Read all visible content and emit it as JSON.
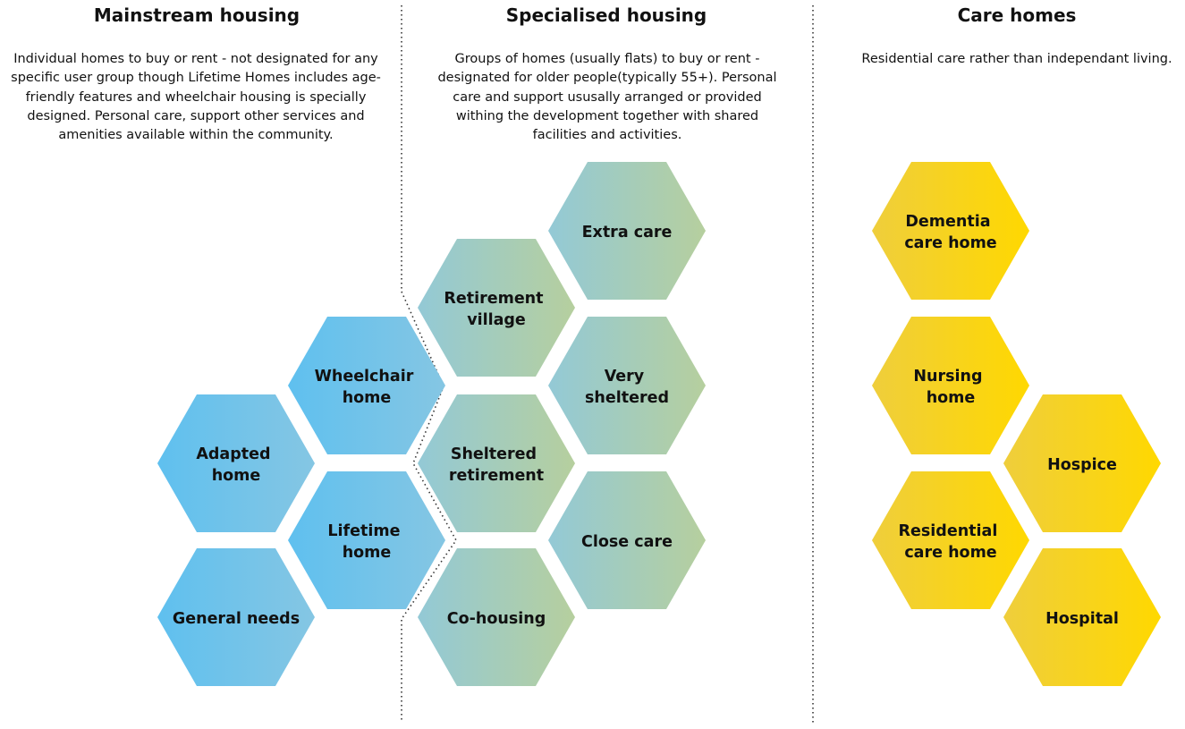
{
  "columns": [
    {
      "title": "Mainstream housing",
      "description": "Individual homes to buy or rent - not designated for any specific user group though Lifetime Homes includes age-friendly features and wheelchair housing is specially designed. Personal care, support other services and amenities available within the community.",
      "color": "#6fc1ea",
      "hexes": [
        {
          "label": [
            "Wheelchair",
            "home"
          ]
        },
        {
          "label": [
            "Adapted",
            "home"
          ]
        },
        {
          "label": [
            "Lifetime",
            "home"
          ]
        },
        {
          "label": [
            "General needs"
          ]
        }
      ]
    },
    {
      "title": "Specialised housing",
      "description": "Groups of homes (usually flats) to buy or rent - designated for older people(typically 55+). Personal care and support ususally arranged or provided withing the development together with shared facilities and activities.",
      "color": "#a5cdc2",
      "hexes": [
        {
          "label": [
            "Extra care"
          ]
        },
        {
          "label": [
            "Retirement",
            "village"
          ]
        },
        {
          "label": [
            "Very",
            "sheltered"
          ]
        },
        {
          "label": [
            "Sheltered",
            "retirement"
          ]
        },
        {
          "label": [
            "Close care"
          ]
        },
        {
          "label": [
            "Co-housing"
          ]
        }
      ]
    },
    {
      "title": "Care homes",
      "description": "Residential care rather than independant living.",
      "color": "#f8d31a",
      "hexes": [
        {
          "label": [
            "Dementia",
            "care home"
          ]
        },
        {
          "label": [
            "Nursing",
            "home"
          ]
        },
        {
          "label": [
            "Hospice"
          ]
        },
        {
          "label": [
            "Residential",
            "care home"
          ]
        },
        {
          "label": [
            "Hospital"
          ]
        }
      ]
    }
  ]
}
